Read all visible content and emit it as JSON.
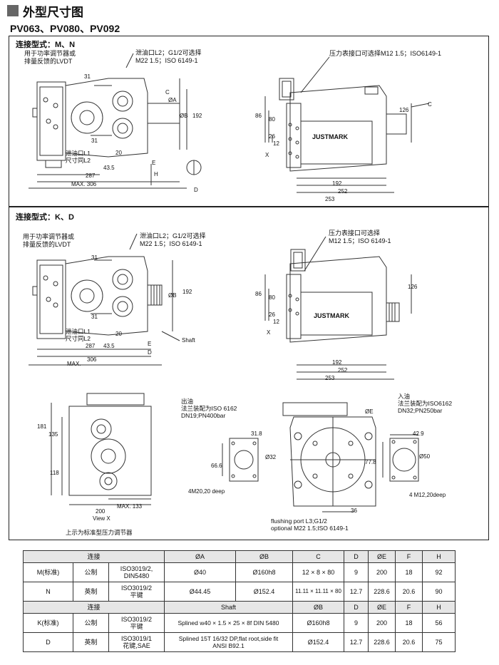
{
  "title": "外型尺寸图",
  "subtitle": "PV063、PV080、PV092",
  "section1": {
    "label": "连接型式：M、N",
    "lvdt_note": [
      "用于功率调节器或",
      "排量反馈的LVDT"
    ],
    "drain_note": [
      "泄油口L2；G1/2可选择",
      "M22 1.5；ISO 6149-1"
    ],
    "gauge_note": [
      "压力表接口可选择M12 1.5；ISO6149-1"
    ],
    "drain_alt": [
      "泄油口L1",
      "尺寸同L2"
    ],
    "dims_left": [
      "31",
      "31",
      "20",
      "43.5",
      "287",
      "MAX. 306",
      "192",
      "ØA",
      "ØB",
      "C",
      "D",
      "H",
      "E"
    ],
    "dims_right": [
      "86",
      "80",
      "26",
      "12",
      "192",
      "252",
      "253",
      "126",
      "C",
      "X"
    ]
  },
  "section2": {
    "label": "连接型式：K、D",
    "lvdt_note": [
      "用于功率调节器或",
      "排量反馈的LVDT"
    ],
    "drain_note": [
      "泄油口L2；G1/2可选择",
      "M22 1.5；ISO 6149-1"
    ],
    "gauge_note": [
      "压力表接口可选择",
      "M12 1.5；ISO 6149-1"
    ],
    "drain_alt": [
      "泄油口L1",
      "尺寸同L2"
    ],
    "dims_left": [
      "31",
      "31",
      "20",
      "287",
      "43.5",
      "E",
      "D",
      "MAX.",
      "306",
      "192",
      "ØB",
      "Shaft"
    ],
    "dims_right": [
      "86",
      "80",
      "26",
      "12",
      "192",
      "252",
      "253",
      "126",
      "X"
    ]
  },
  "section3": {
    "outlet_note": [
      "出油",
      "法兰装配为ISO 6162",
      "DN19;PN400bar"
    ],
    "inlet_note": [
      "入油",
      "法兰装配为ISO6162",
      "DN32;PN250bar"
    ],
    "dims_view": [
      "181",
      "135",
      "118",
      "MAX. 133",
      "200",
      "View X"
    ],
    "outlet_dims": [
      "31.8",
      "Ø32",
      "66.6",
      "4M20,20 deep"
    ],
    "inlet_dims": [
      "42.9",
      "Ø50",
      "77.8",
      "4 M12,20deep"
    ],
    "center_dims": [
      "ØE",
      "36"
    ],
    "flushing_note": [
      "flushing port L3;G1/2",
      "optional M22 1.5;ISO 6149-1"
    ],
    "caption": "上示为标准型压力调节器",
    "brand": "JUSTMARK"
  },
  "table": {
    "header1": [
      "连接",
      "ØA",
      "ØB",
      "C",
      "D",
      "ØE",
      "F",
      "H"
    ],
    "rows1": [
      [
        "M(标准)",
        "公制",
        "ISO3019/2,\nDIN5480",
        "Ø40",
        "Ø160h8",
        "12 × 8 × 80",
        "9",
        "200",
        "18",
        "92"
      ],
      [
        "N",
        "英制",
        "ISO3019/2\n平键",
        "Ø44.45",
        "Ø152.4",
        "11.11 × 11.11 × 80",
        "12.7",
        "228.6",
        "20.6",
        "90"
      ]
    ],
    "header2": [
      "连接",
      "Shaft",
      "ØB",
      "D",
      "ØE",
      "F",
      "H"
    ],
    "rows2": [
      [
        "K(标准)",
        "公制",
        "ISO3019/2\n平键",
        "Splined w40 × 1.5 × 25 × 8f DIN 5480",
        "Ø160h8",
        "9",
        "200",
        "18",
        "56"
      ],
      [
        "D",
        "英制",
        "ISO3019/1\n花键,SAE",
        "Splined 15T 16/32 DP,flat root,side fit\nANSI B92.1",
        "Ø152.4",
        "12.7",
        "228.6",
        "20.6",
        "75"
      ]
    ]
  }
}
